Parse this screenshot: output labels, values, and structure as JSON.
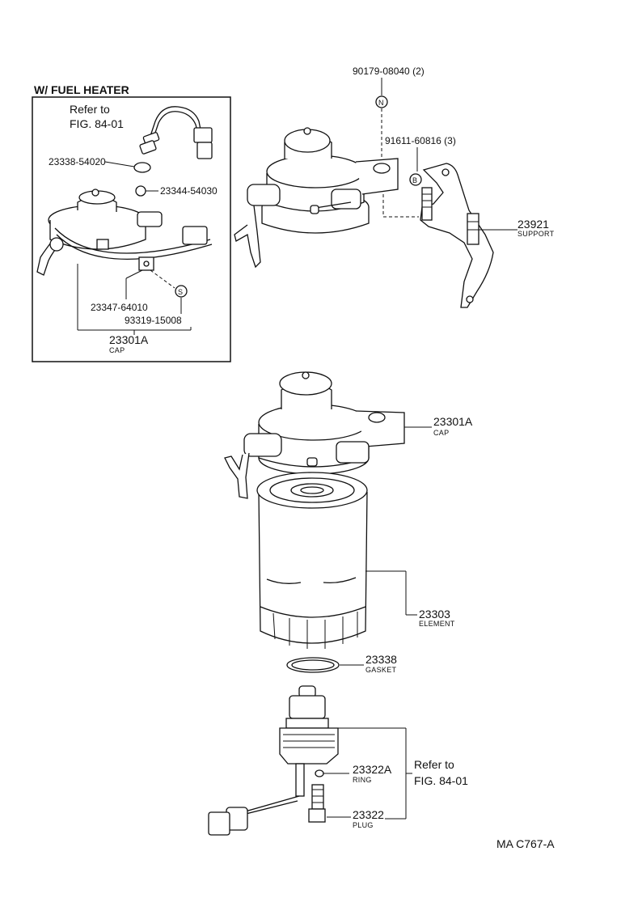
{
  "inset": {
    "title": "W/ FUEL HEATER",
    "refer_line1": "Refer to",
    "refer_line2": "FIG. 84-01",
    "part_23338_54020": "23338-54020",
    "part_23344_54030": "23344-54030",
    "part_23347_64010": "23347-64010",
    "part_93319_15008": "93319-15008",
    "marker_s": "S",
    "cap_number": "23301A",
    "cap_name": "CAP"
  },
  "upper": {
    "part_90179": "90179-08040 (2)",
    "marker_n": "N",
    "part_91611": "91611-60816 (3)",
    "marker_b": "B",
    "support_number": "23921",
    "support_name": "SUPPORT"
  },
  "main": {
    "cap_number": "23301A",
    "cap_name": "CAP",
    "element_number": "23303",
    "element_name": "ELEMENT",
    "gasket_number": "23338",
    "gasket_name": "GASKET",
    "ring_number": "23322A",
    "ring_name": "RING",
    "plug_number": "23322",
    "plug_name": "PLUG",
    "refer_line1": "Refer to",
    "refer_line2": "FIG. 84-01"
  },
  "footer": {
    "code": "MA  C767-A"
  }
}
